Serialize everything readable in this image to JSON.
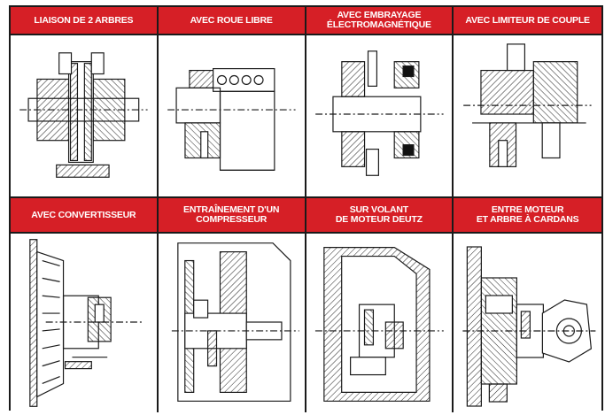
{
  "panels": [
    {
      "title": "LIAISON DE 2 ARBRES"
    },
    {
      "title": "AVEC ROUE LIBRE"
    },
    {
      "title": "AVEC EMBRAYAGE\nÉLECTROMAGNÉTIQUE"
    },
    {
      "title": "AVEC LIMITEUR DE COUPLE"
    },
    {
      "title": "AVEC CONVERTISSEUR"
    },
    {
      "title": "ENTRAÎNEMENT D'UN\nCOMPRESSEUR"
    },
    {
      "title": "SUR VOLANT\nDE MOTEUR DEUTZ"
    },
    {
      "title": "ENTRE MOTEUR\nET ARBRE À CARDANS"
    }
  ],
  "colors": {
    "header_bg": "#d61f26",
    "header_text": "#ffffff",
    "line": "#1a1a1a"
  }
}
